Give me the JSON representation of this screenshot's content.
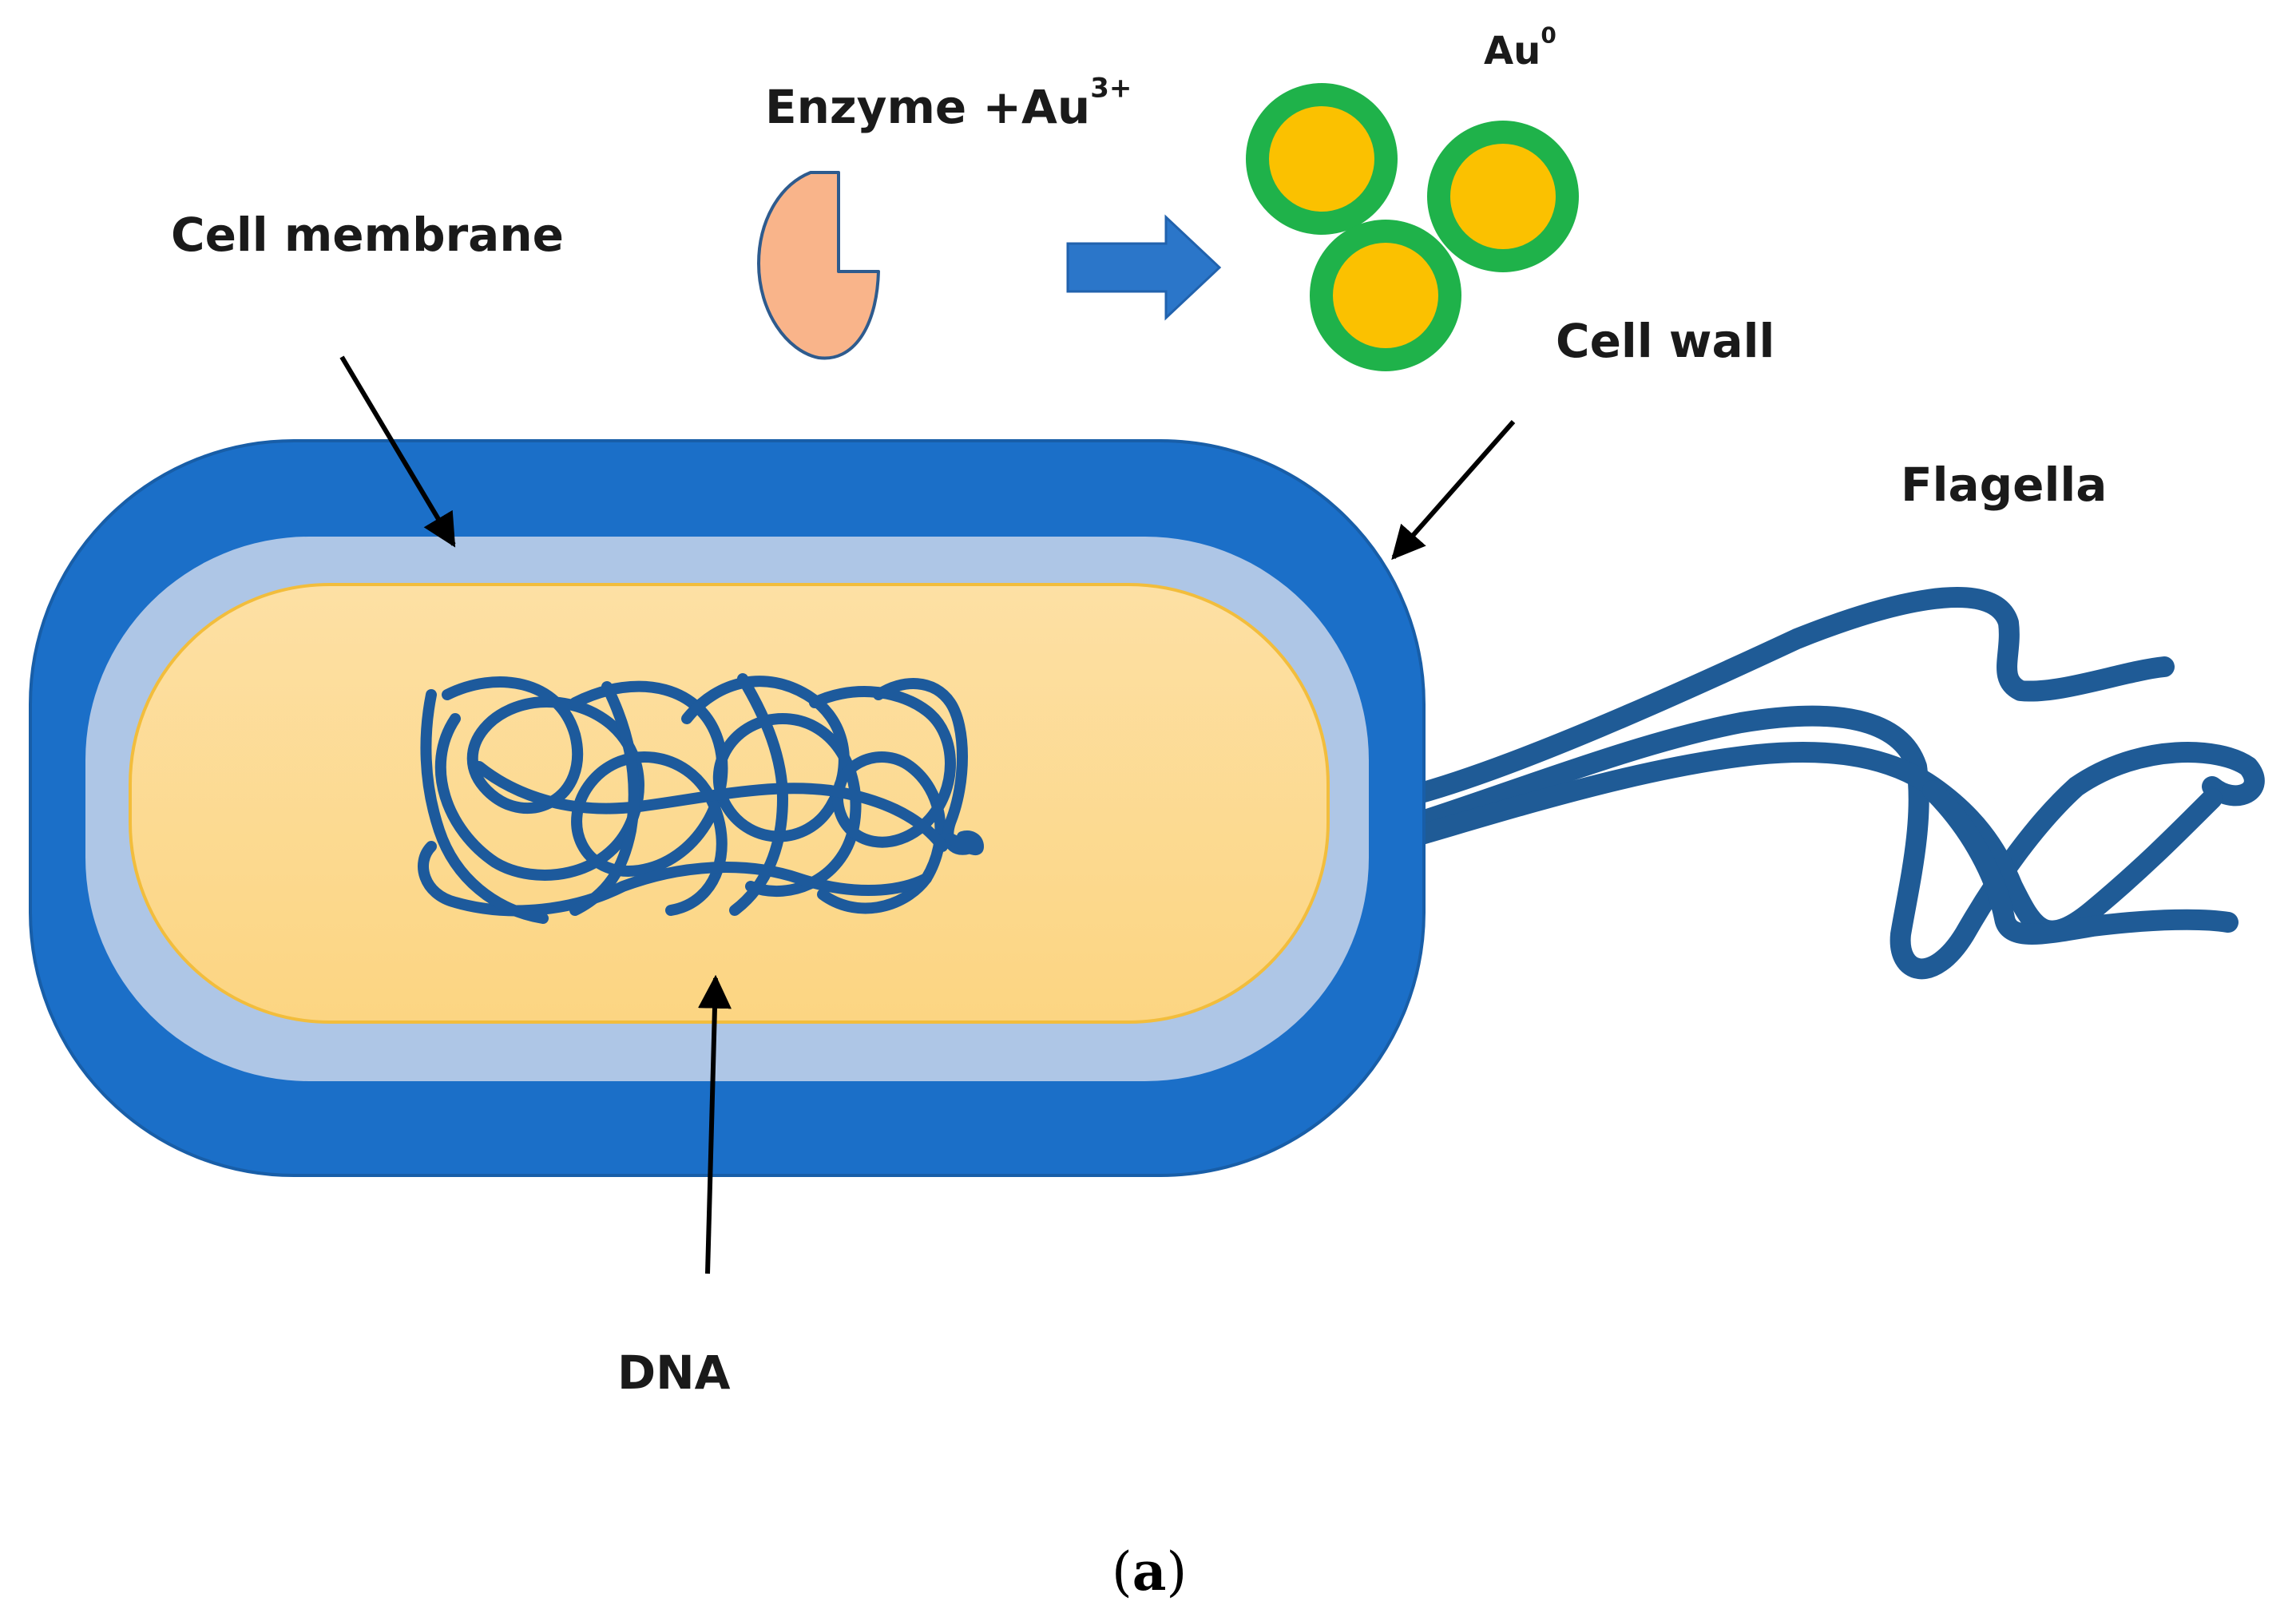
{
  "labels": {
    "enzyme": "Enzyme +Au",
    "enzyme_sup": "3+",
    "au": "Au",
    "au_sup": "0",
    "cell_membrane": "Cell membrane",
    "cell_wall": "Cell wall",
    "flagella": "Flagella",
    "dna": "DNA",
    "caption_open": "(",
    "caption_letter": "a",
    "caption_close": ")"
  },
  "colors": {
    "cell_wall": "#1b6fc8",
    "cell_membrane": "#aec6e6",
    "cytoplasm": "#fcd68a",
    "cytoplasm_edge": "#f2bd3c",
    "dna": "#1d5a9c",
    "flagella": "#1f5b96",
    "enzyme_fill": "#f9b48a",
    "enzyme_stroke": "#2e5b8e",
    "arrow_fill": "#2b76c9",
    "au_shell": "#1fb24a",
    "au_core": "#fbc100",
    "pointer": "#000000"
  },
  "icons": [
    "enzyme-shape",
    "reaction-arrow-icon",
    "gold-nanoparticle-icon"
  ]
}
